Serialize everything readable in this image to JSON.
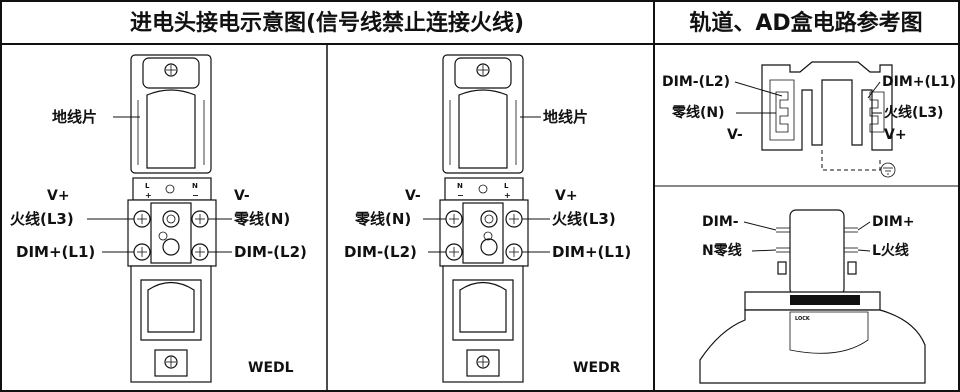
{
  "headers": {
    "left": "进电头接电示意图(信号线禁止连接火线)",
    "right": "轨道、AD盒电路参考图"
  },
  "left_panel": {
    "ground_label": "地线片",
    "v_plus": "V+",
    "v_minus": "V-",
    "live": "火线(L3)",
    "neutral": "零线(N)",
    "dim_plus": "DIM+(L1)",
    "dim_minus": "DIM-(L2)",
    "model": "WEDL",
    "terminal_l": "L",
    "terminal_n": "N"
  },
  "middle_panel": {
    "ground_label": "地线片",
    "v_plus": "V+",
    "v_minus": "V-",
    "live": "火线(L3)",
    "neutral": "零线(N)",
    "dim_plus": "DIM+(L1)",
    "dim_minus": "DIM-(L2)",
    "model": "WEDR",
    "terminal_l": "L",
    "terminal_n": "N"
  },
  "right_panel": {
    "track": {
      "dim_minus": "DIM-(L2)",
      "dim_plus": "DIM+(L1)",
      "neutral": "零线(N)",
      "live": "火线(L3)",
      "v_minus": "V-",
      "v_plus": "V+"
    },
    "box": {
      "dim_minus": "DIM-",
      "dim_plus": "DIM+",
      "neutral": "N零线",
      "live": "L火线",
      "lock": "LOCK"
    }
  }
}
